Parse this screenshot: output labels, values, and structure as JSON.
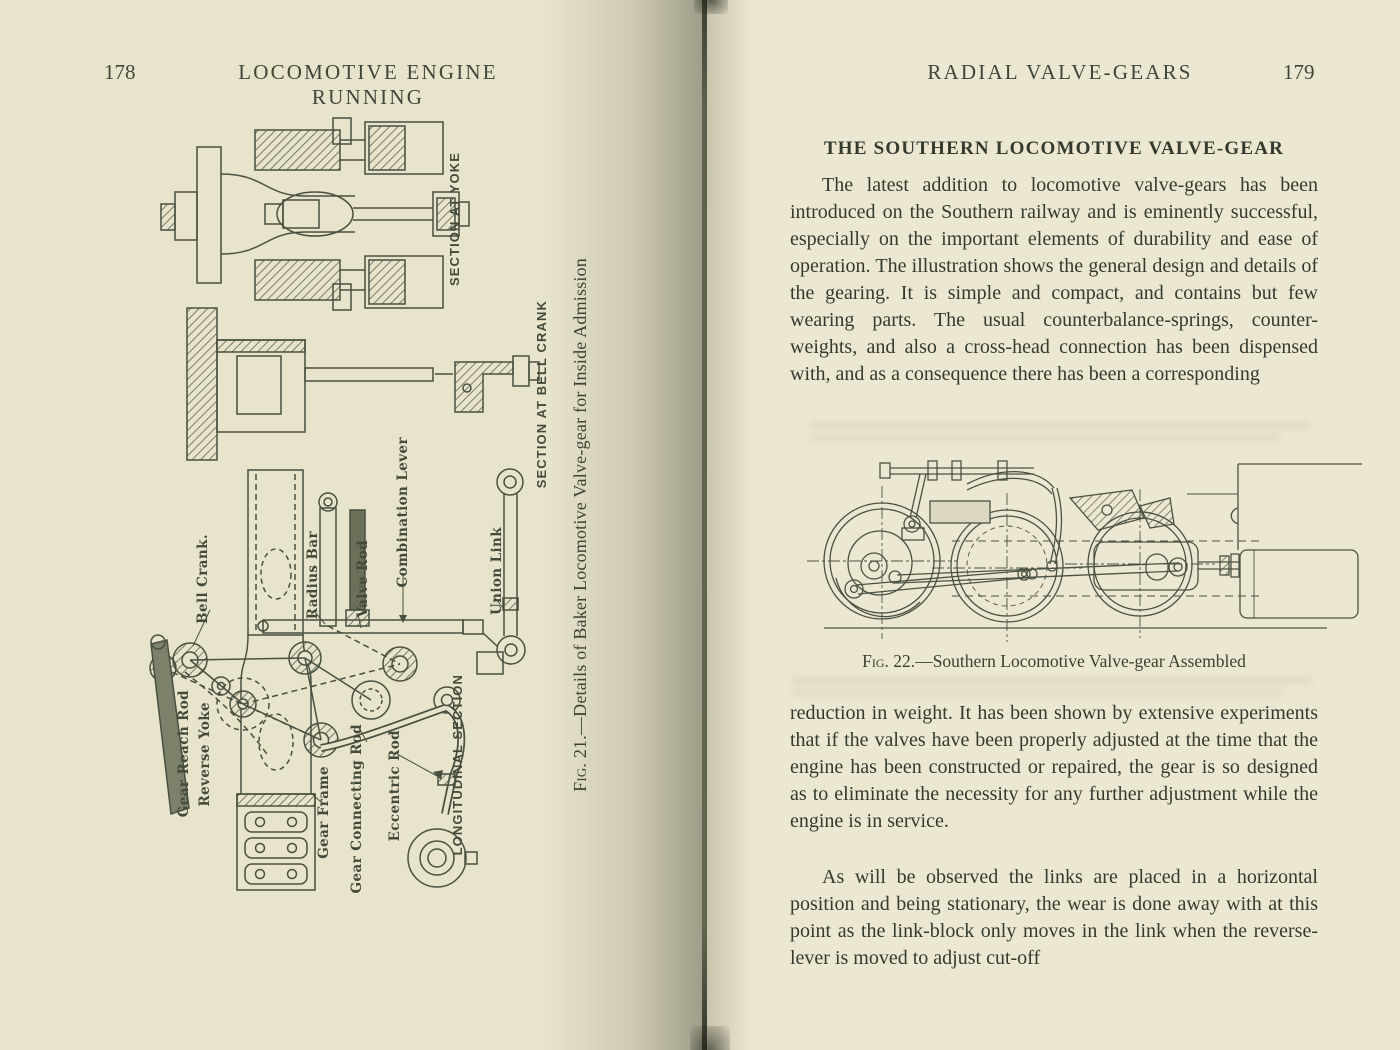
{
  "colors": {
    "paper_left": "#e8e3cb",
    "paper_right": "#ece7d1",
    "ink": "#49503f"
  },
  "left_page": {
    "page_number": "178",
    "running_title": "LOCOMOTIVE ENGINE RUNNING",
    "figure": {
      "caption_prefix": "Fig. 21.",
      "caption_rest": "—Details of Baker Locomotive Valve-gear for Inside Admission",
      "labels": {
        "section_at_yoke": "SECTION AT YOKE",
        "section_at_bell_crank": "SECTION AT BELL CRANK",
        "longitudinal_section": "LONGITUDINAL SECTION",
        "combination_lever": "Combination Lever",
        "valve_rod": "Valve Rod",
        "radius_bar": "Radius Bar",
        "bell_crank": "Bell Crank.",
        "union_link": "Union Link",
        "gear_reach_rod": "Gear Reach Rod",
        "reverse_yoke": "Reverse Yoke",
        "gear_frame": "Gear Frame",
        "gear_connecting_rod": "Gear Connecting Rod",
        "eccentric_rod": "Eccentric Rod"
      }
    }
  },
  "right_page": {
    "running_title": "RADIAL VALVE-GEARS",
    "page_number": "179",
    "section_heading": "THE SOUTHERN LOCOMOTIVE VALVE-GEAR",
    "para1": "The latest addition to locomotive valve-gears has been introduced on the Southern railway and is eminently successful, especially on the important elements of durability and ease of operation.  The illustration shows the general design and details of the gearing.  It is simple and compact, and contains but few wearing parts.  The usual counterbalance-springs, counter-weights, and also a cross-head connection has been dispensed with, and as a consequence there has been a corresponding",
    "figure_caption_prefix": "Fig. 22.",
    "figure_caption_rest": "—Southern Locomotive Valve-gear Assembled",
    "para2": "reduction in weight.  It has been shown by extensive experiments that if the valves have been properly adjusted at the time that the engine has been constructed or repaired, the gear is so designed as to eliminate the necessity for any further adjustment while the engine is in service.",
    "para3": "As will be observed the links are placed in a horizontal position and being stationary, the wear is done away with at this point as the link-block only moves in the link when the reverse-lever is moved to adjust cut-off"
  }
}
